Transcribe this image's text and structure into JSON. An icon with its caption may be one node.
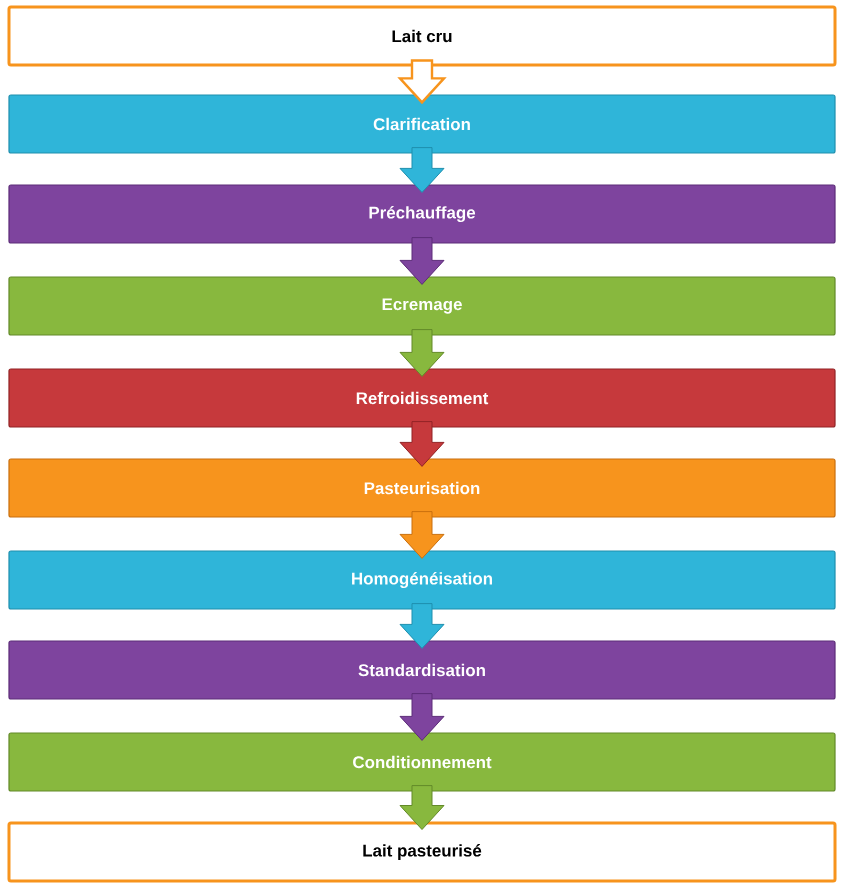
{
  "diagram": {
    "nodes": [
      {
        "text": [
          "Lait cru"
        ]
      },
      {
        "text": [
          "Clarification"
        ]
      },
      {
        "text": [
          "Préchauffage"
        ]
      },
      {
        "text": [
          "Ecremage"
        ]
      },
      {
        "text": [
          "Refroidissement"
        ]
      },
      {
        "text": [
          "Pasteurisation"
        ]
      },
      {
        "text": [
          "Homogénéisation"
        ]
      },
      {
        "text": [
          "Standardisation"
        ]
      },
      {
        "text": [
          "Conditionnement"
        ]
      },
      {
        "text": [
          "Lait pasteurisé"
        ]
      }
    ],
    "edges": [
      {
        "from": 0,
        "to": 1,
        "arrow": "to"
      },
      {
        "from": 1,
        "to": 2,
        "arrow": "to"
      },
      {
        "from": 2,
        "to": 3,
        "arrow": "to"
      },
      {
        "from": 3,
        "to": 4,
        "arrow": "to"
      },
      {
        "from": 4,
        "to": 5,
        "arrow": "to"
      },
      {
        "from": 5,
        "to": 6,
        "arrow": "to"
      },
      {
        "from": 6,
        "to": 7,
        "arrow": "to"
      },
      {
        "from": 7,
        "to": 8,
        "arrow": "to"
      },
      {
        "from": 8,
        "to": 9,
        "arrow": "to"
      }
    ]
  }
}
